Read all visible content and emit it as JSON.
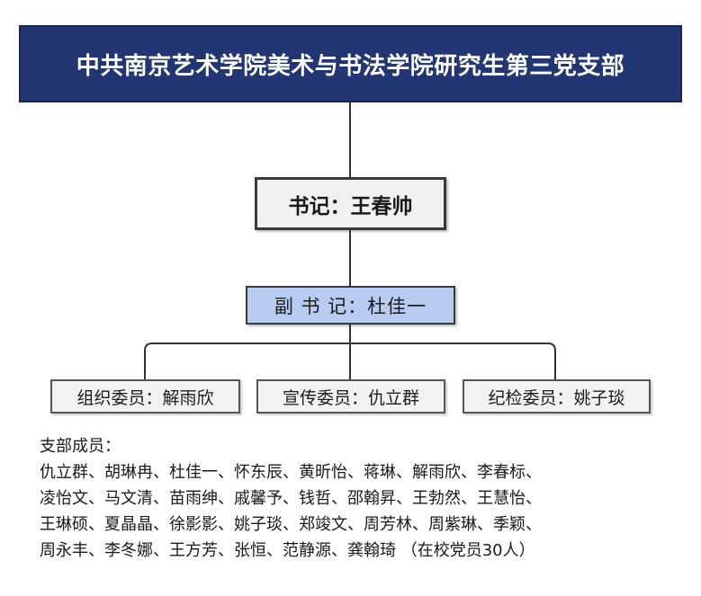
{
  "title": "中共南京艺术学院美术与书法学院研究生第三党支部",
  "secretary": "书记：王春帅",
  "deputy_secretary": "副 书 记：杜佳一",
  "committee": [
    "组织委员：解雨欣",
    "宣传委员：仇立群",
    "纪检委员：姚子琰"
  ],
  "members": {
    "heading": "支部成员：",
    "lines": [
      "仇立群、胡琳冉、杜佳一、怀东辰、黄昕怡、蒋琳、解雨欣、李春标、",
      "凌怡文、马文清、苗雨绅、戚馨予、钱哲、邵翰昇、王勃然、王慧怡、",
      "王琳硕、夏晶晶、徐影影、姚子琰、郑竣文、周芳林、周紫琳、季颖、",
      "周永丰、李冬娜、王方芳、张恒、范静源、龚翰琦 （在校党员30人）"
    ]
  },
  "colors": {
    "title_background": "#213672",
    "title_text": "#ffffff",
    "deputy_background": "#b8ccf1",
    "box_background": "#f0f0f0",
    "connector": "#333333"
  }
}
